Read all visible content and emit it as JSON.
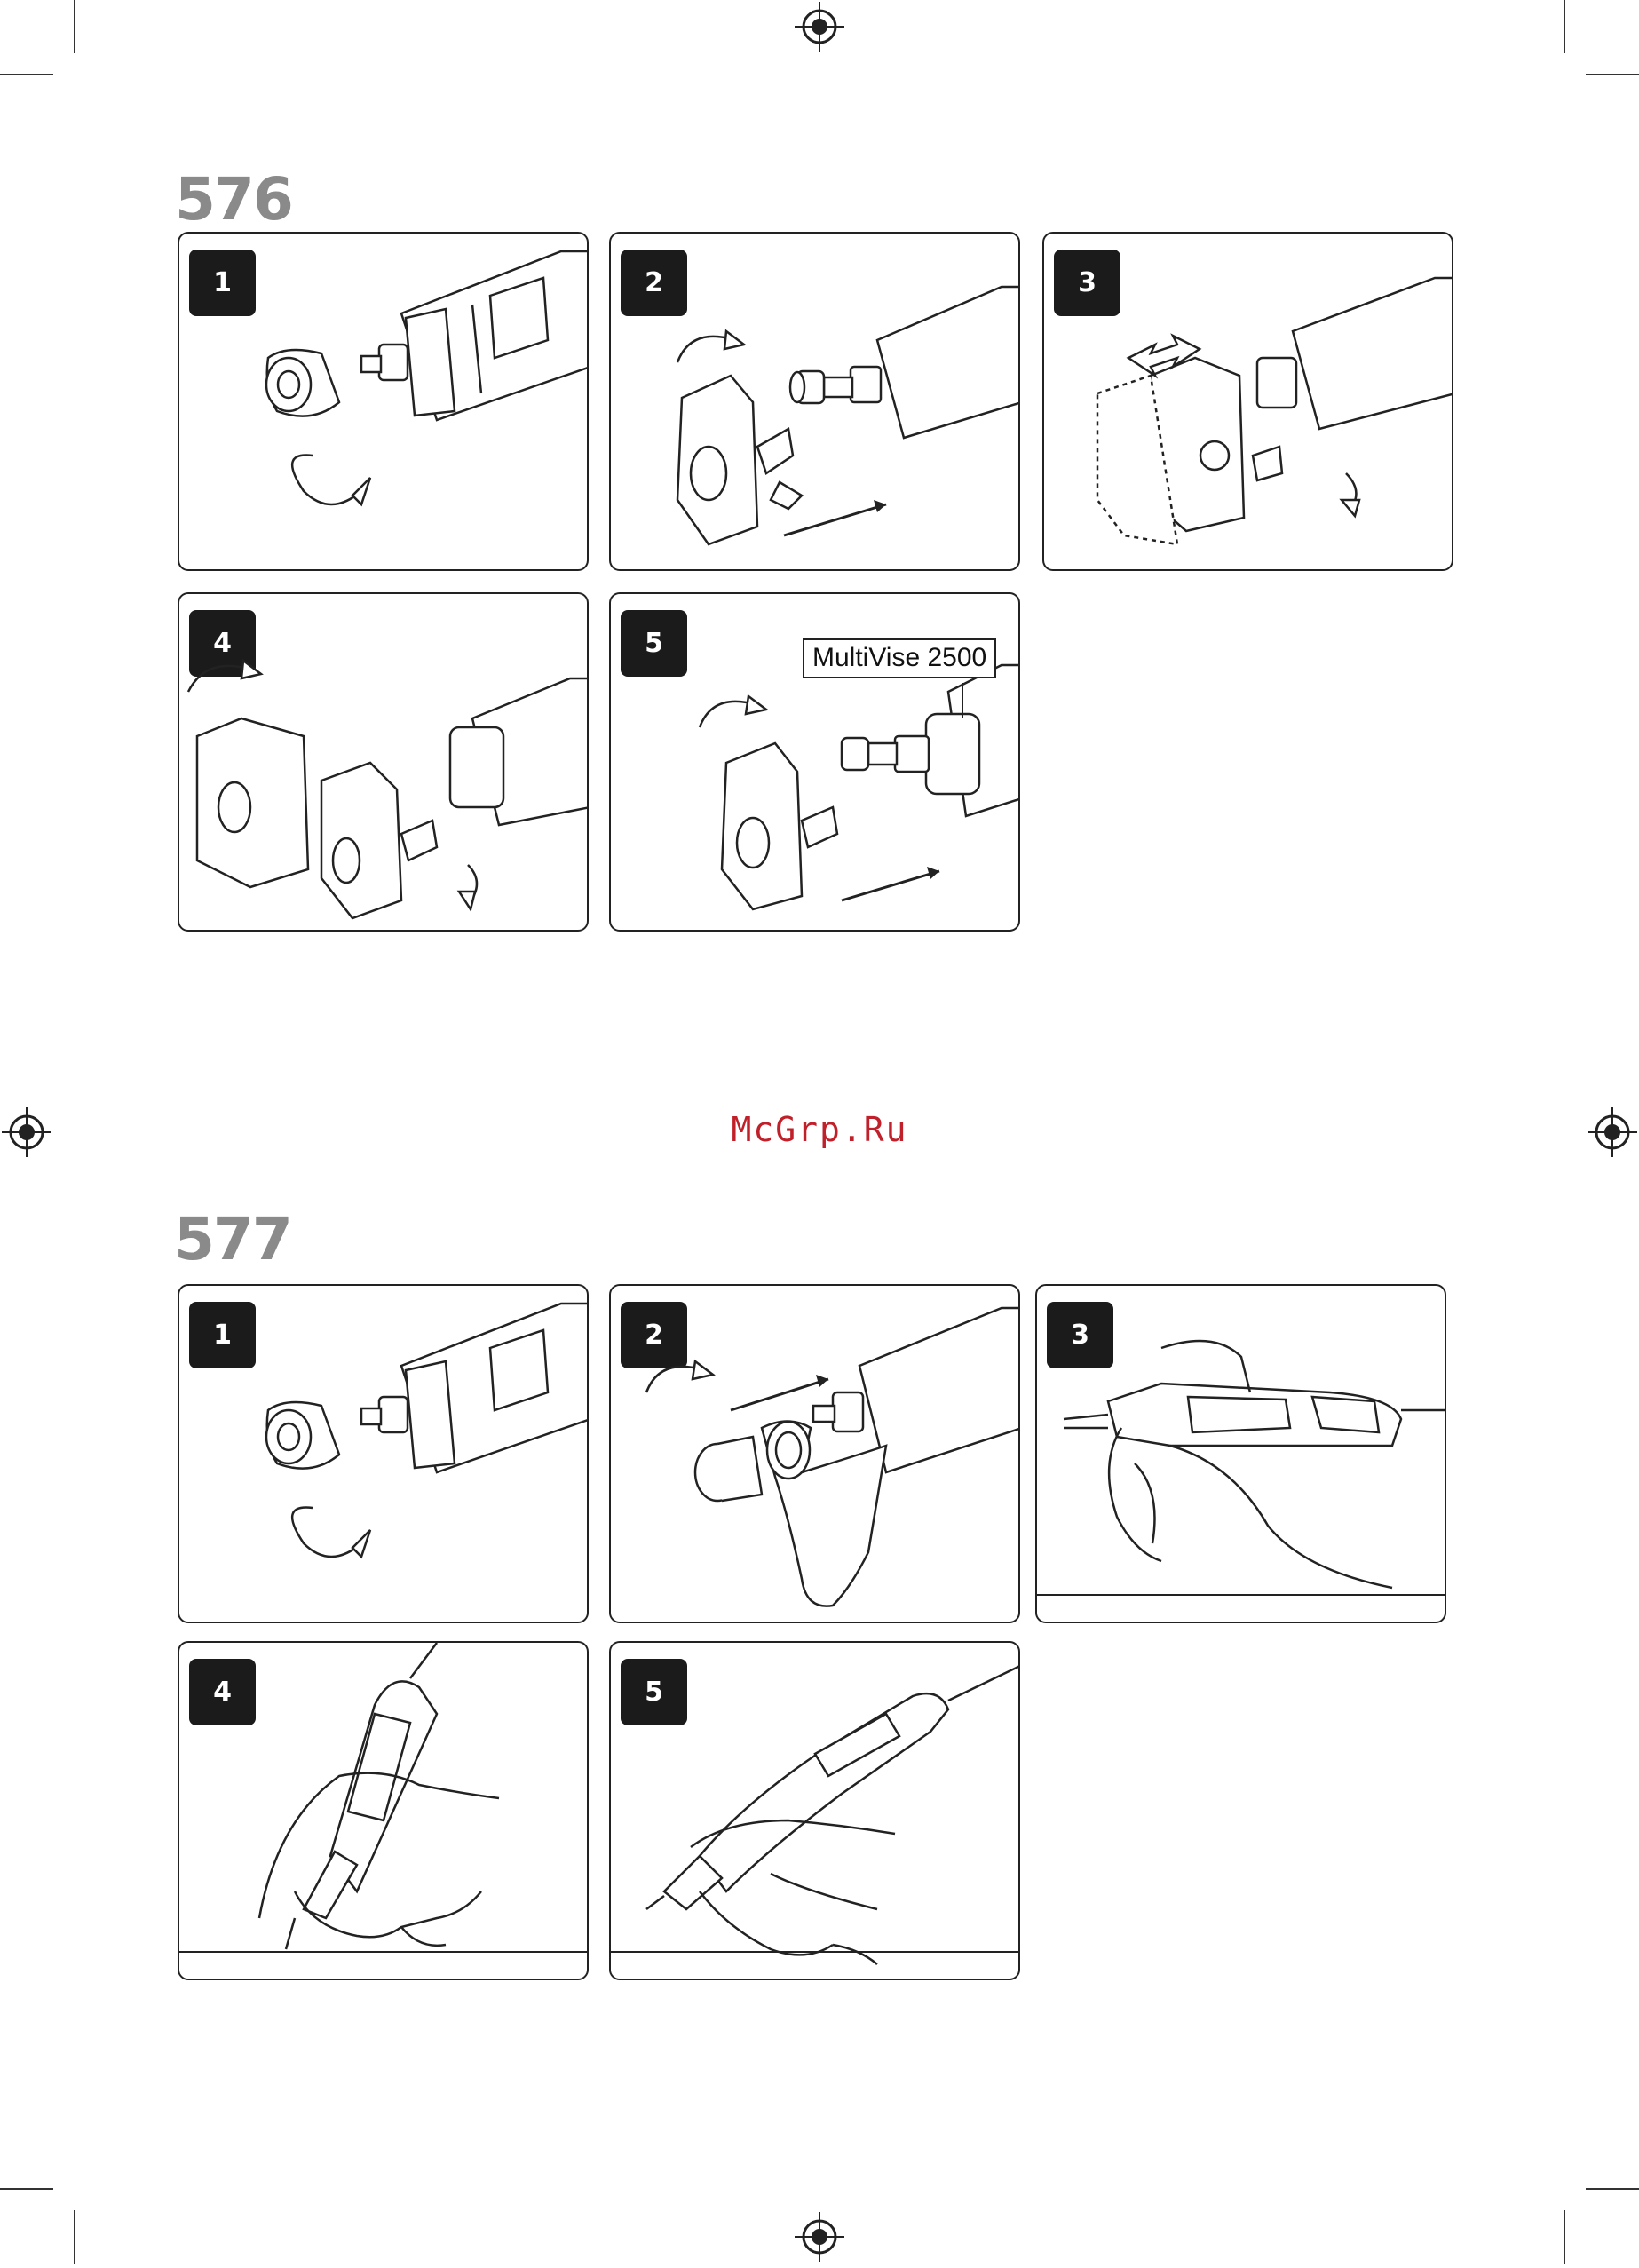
{
  "watermark": "McGrp.Ru",
  "colors": {
    "section_number": "#8a8a8a",
    "badge_bg": "#1b1b1b",
    "watermark": "#c0202a",
    "stroke": "#222222"
  },
  "sections": [
    {
      "number": "576",
      "panels": [
        {
          "step": "1",
          "depicts": [
            "rotary-tool",
            "collet-nut",
            "rotate-arrow"
          ]
        },
        {
          "step": "2",
          "depicts": [
            "rotary-tool",
            "attachment-clamp",
            "sanding-drum",
            "rotate-arrow",
            "push-arrow"
          ]
        },
        {
          "step": "3",
          "depicts": [
            "rotary-tool",
            "attachment-clamp",
            "slide-arrows",
            "tighten-arrow"
          ]
        },
        {
          "step": "4",
          "depicts": [
            "rotary-tool",
            "attachment-clamp",
            "housing-cap",
            "rotate-arrow"
          ]
        },
        {
          "step": "5",
          "depicts": [
            "rotary-tool",
            "attachment-clamp",
            "sanding-drum",
            "rotate-arrow",
            "push-arrow"
          ],
          "callout": "MultiVise 2500"
        }
      ]
    },
    {
      "number": "577",
      "panels": [
        {
          "step": "1",
          "depicts": [
            "rotary-tool",
            "collet-nut",
            "rotate-arrow"
          ]
        },
        {
          "step": "2",
          "depicts": [
            "rotary-tool",
            "grip-handle",
            "cap",
            "rotate-arrow",
            "push-arrow"
          ]
        },
        {
          "step": "3",
          "depicts": [
            "hand-holding-tool"
          ]
        },
        {
          "step": "4",
          "depicts": [
            "hand-holding-tool"
          ]
        },
        {
          "step": "5",
          "depicts": [
            "hand-holding-tool"
          ]
        }
      ]
    }
  ]
}
